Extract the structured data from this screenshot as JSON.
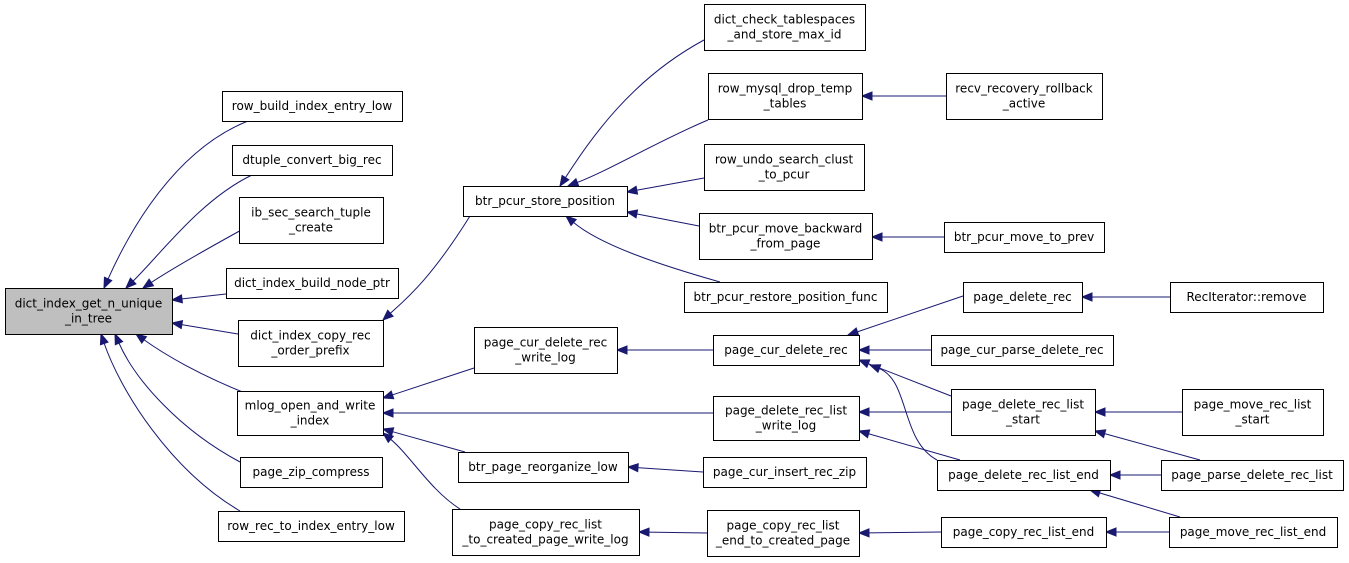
{
  "graph": {
    "nodes": [
      {
        "id": "root",
        "lines": [
          "dict_index_get_n_unique",
          "_in_tree"
        ],
        "highlight": true
      },
      {
        "id": "n1",
        "lines": [
          "row_build_index_entry_low"
        ]
      },
      {
        "id": "n2",
        "lines": [
          "dtuple_convert_big_rec"
        ]
      },
      {
        "id": "n3",
        "lines": [
          "ib_sec_search_tuple",
          "_create"
        ]
      },
      {
        "id": "n4",
        "lines": [
          "dict_index_build_node_ptr"
        ]
      },
      {
        "id": "n5",
        "lines": [
          "dict_index_copy_rec",
          "_order_prefix"
        ]
      },
      {
        "id": "n6",
        "lines": [
          "mlog_open_and_write",
          "_index"
        ]
      },
      {
        "id": "n7",
        "lines": [
          "page_zip_compress"
        ]
      },
      {
        "id": "n8",
        "lines": [
          "row_rec_to_index_entry_low"
        ]
      },
      {
        "id": "n9",
        "lines": [
          "btr_pcur_store_position"
        ]
      },
      {
        "id": "n10",
        "lines": [
          "page_cur_delete_rec",
          "_write_log"
        ]
      },
      {
        "id": "n11",
        "lines": [
          "btr_page_reorganize_low"
        ]
      },
      {
        "id": "n12",
        "lines": [
          "page_copy_rec_list",
          "_to_created_page_write_log"
        ]
      },
      {
        "id": "n13",
        "lines": [
          "dict_check_tablespaces",
          "_and_store_max_id"
        ]
      },
      {
        "id": "n14",
        "lines": [
          "row_mysql_drop_temp",
          "_tables"
        ]
      },
      {
        "id": "n15",
        "lines": [
          "row_undo_search_clust",
          "_to_pcur"
        ]
      },
      {
        "id": "n16",
        "lines": [
          "btr_pcur_move_backward",
          "_from_page"
        ]
      },
      {
        "id": "n17",
        "lines": [
          "btr_pcur_restore_position_func"
        ]
      },
      {
        "id": "n18",
        "lines": [
          "page_cur_delete_rec"
        ]
      },
      {
        "id": "n19",
        "lines": [
          "page_delete_rec_list",
          "_write_log"
        ]
      },
      {
        "id": "n20",
        "lines": [
          "page_cur_insert_rec_zip"
        ]
      },
      {
        "id": "n21",
        "lines": [
          "page_copy_rec_list",
          "_end_to_created_page"
        ]
      },
      {
        "id": "n22",
        "lines": [
          "recv_recovery_rollback",
          "_active"
        ]
      },
      {
        "id": "n23",
        "lines": [
          "btr_pcur_move_to_prev"
        ]
      },
      {
        "id": "n24",
        "lines": [
          "page_delete_rec"
        ]
      },
      {
        "id": "n25",
        "lines": [
          "page_cur_parse_delete_rec"
        ]
      },
      {
        "id": "n26",
        "lines": [
          "page_delete_rec_list",
          "_start"
        ]
      },
      {
        "id": "n27",
        "lines": [
          "page_delete_rec_list_end"
        ]
      },
      {
        "id": "n28",
        "lines": [
          "page_copy_rec_list_end"
        ]
      },
      {
        "id": "n29",
        "lines": [
          "RecIterator::remove"
        ]
      },
      {
        "id": "n30",
        "lines": [
          "page_move_rec_list",
          "_start"
        ]
      },
      {
        "id": "n31",
        "lines": [
          "page_parse_delete_rec_list"
        ]
      },
      {
        "id": "n32",
        "lines": [
          "page_move_rec_list_end"
        ]
      }
    ],
    "edges": [
      {
        "from": "n1",
        "to": "root"
      },
      {
        "from": "n2",
        "to": "root"
      },
      {
        "from": "n3",
        "to": "root"
      },
      {
        "from": "n4",
        "to": "root"
      },
      {
        "from": "n5",
        "to": "root"
      },
      {
        "from": "n6",
        "to": "root"
      },
      {
        "from": "n7",
        "to": "root"
      },
      {
        "from": "n8",
        "to": "root"
      },
      {
        "from": "n9",
        "to": "n5"
      },
      {
        "from": "n10",
        "to": "n6"
      },
      {
        "from": "n19",
        "to": "n6"
      },
      {
        "from": "n11",
        "to": "n6"
      },
      {
        "from": "n12",
        "to": "n6"
      },
      {
        "from": "n13",
        "to": "n9"
      },
      {
        "from": "n14",
        "to": "n9"
      },
      {
        "from": "n15",
        "to": "n9"
      },
      {
        "from": "n16",
        "to": "n9"
      },
      {
        "from": "n17",
        "to": "n9"
      },
      {
        "from": "n18",
        "to": "n10"
      },
      {
        "from": "n20",
        "to": "n11"
      },
      {
        "from": "n21",
        "to": "n12"
      },
      {
        "from": "n22",
        "to": "n14"
      },
      {
        "from": "n23",
        "to": "n16"
      },
      {
        "from": "n24",
        "to": "n18"
      },
      {
        "from": "n25",
        "to": "n18"
      },
      {
        "from": "n26",
        "to": "n18"
      },
      {
        "from": "n27",
        "to": "n18"
      },
      {
        "from": "n26",
        "to": "n19"
      },
      {
        "from": "n27",
        "to": "n19"
      },
      {
        "from": "n28",
        "to": "n21"
      },
      {
        "from": "n29",
        "to": "n24"
      },
      {
        "from": "n30",
        "to": "n26"
      },
      {
        "from": "n31",
        "to": "n26"
      },
      {
        "from": "n31",
        "to": "n27"
      },
      {
        "from": "n32",
        "to": "n27"
      },
      {
        "from": "n32",
        "to": "n28"
      }
    ]
  }
}
